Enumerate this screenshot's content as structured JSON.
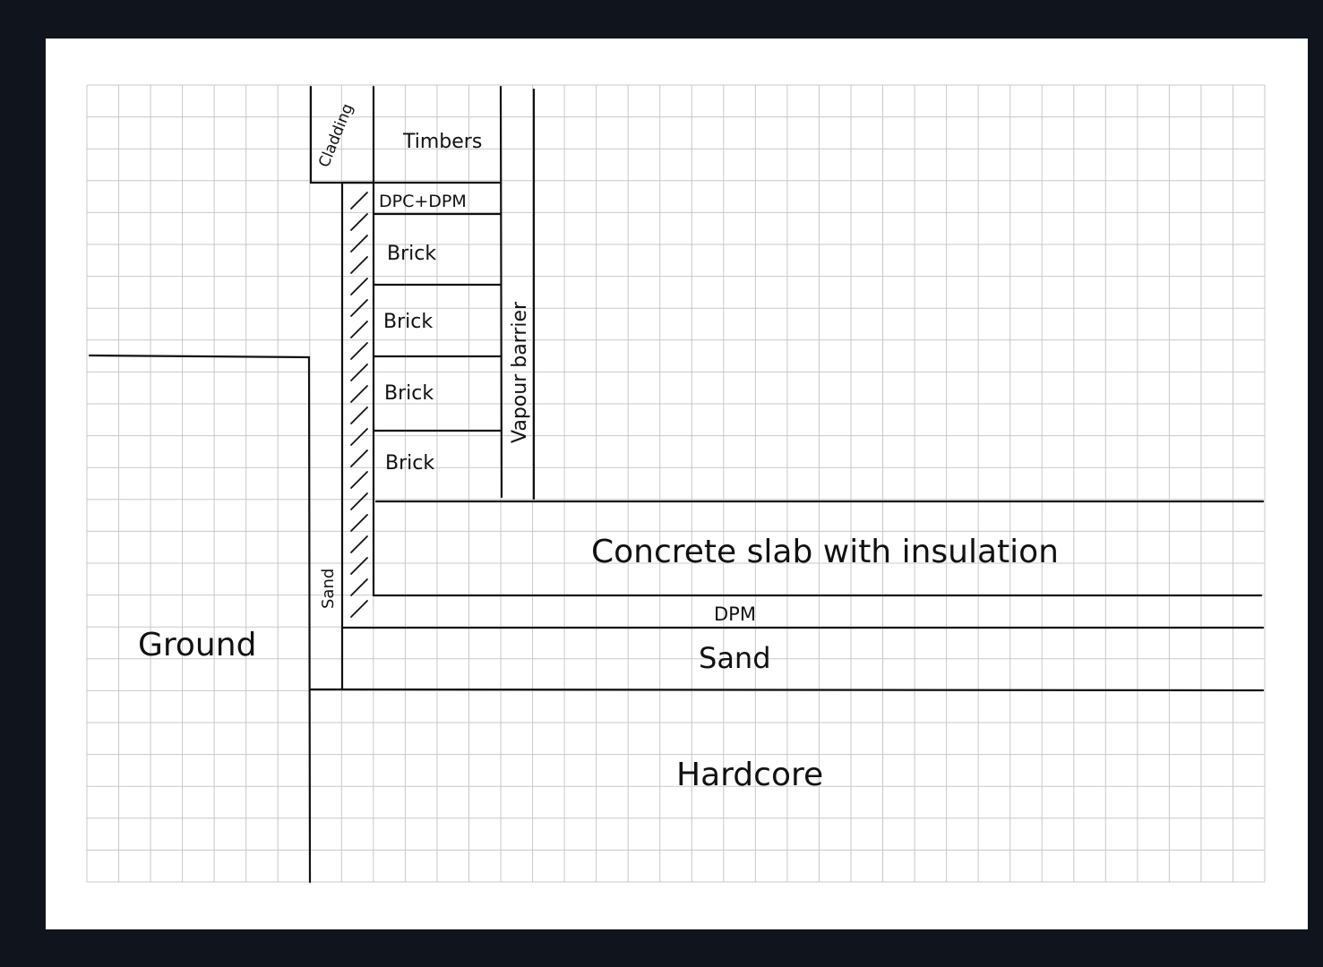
{
  "diagram": {
    "labels": {
      "cladding": "Cladding",
      "timbers": "Timbers",
      "dpc_dpm": "DPC+DPM",
      "brick1": "Brick",
      "brick2": "Brick",
      "brick3": "Brick",
      "brick4": "Brick",
      "vapour_barrier": "Vapour barrier",
      "concrete_slab": "Concrete slab with insulation",
      "dpm": "DPM",
      "sand_horizontal": "Sand",
      "sand_vertical": "Sand",
      "ground": "Ground",
      "hardcore": "Hardcore"
    },
    "colors": {
      "background": "#10141c",
      "paper": "#ffffff",
      "grid": "#c8c8c8",
      "ink": "#111111"
    }
  }
}
